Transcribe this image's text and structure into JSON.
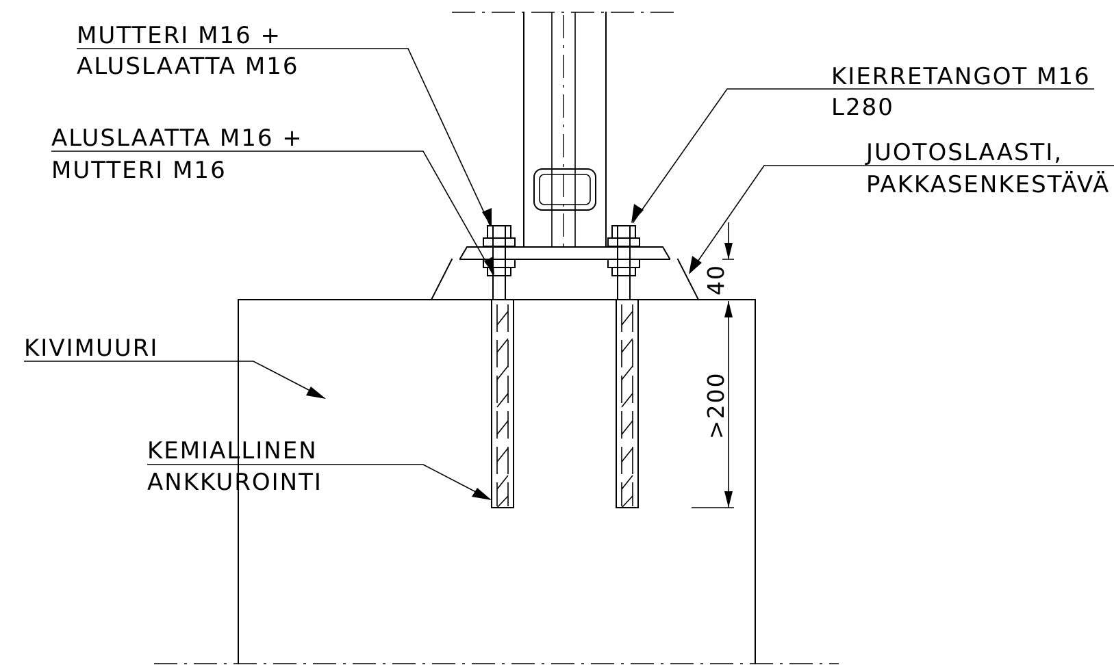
{
  "labels": {
    "nut_washer_top": {
      "line1": "MUTTERI  M16  +",
      "line2": "ALUSLAATTA  M16"
    },
    "washer_nut_lower": {
      "line1": "ALUSLAATTA  M16  +",
      "line2": "MUTTERI  M16"
    },
    "threaded_rods": {
      "line1": "KIERRETANGOT  M16",
      "line2": "L280"
    },
    "grout": {
      "line1": "JUOTOSLAASTI,",
      "line2": "PAKKASENKESTÄVÄ"
    },
    "stone_wall": {
      "line1": "KIVIMUURI"
    },
    "chemical_anchor": {
      "line1": "KEMIALLINEN",
      "line2": "ANKKUROINTI"
    }
  },
  "dimensions": {
    "grout_height": "40",
    "anchor_depth": ">200"
  }
}
